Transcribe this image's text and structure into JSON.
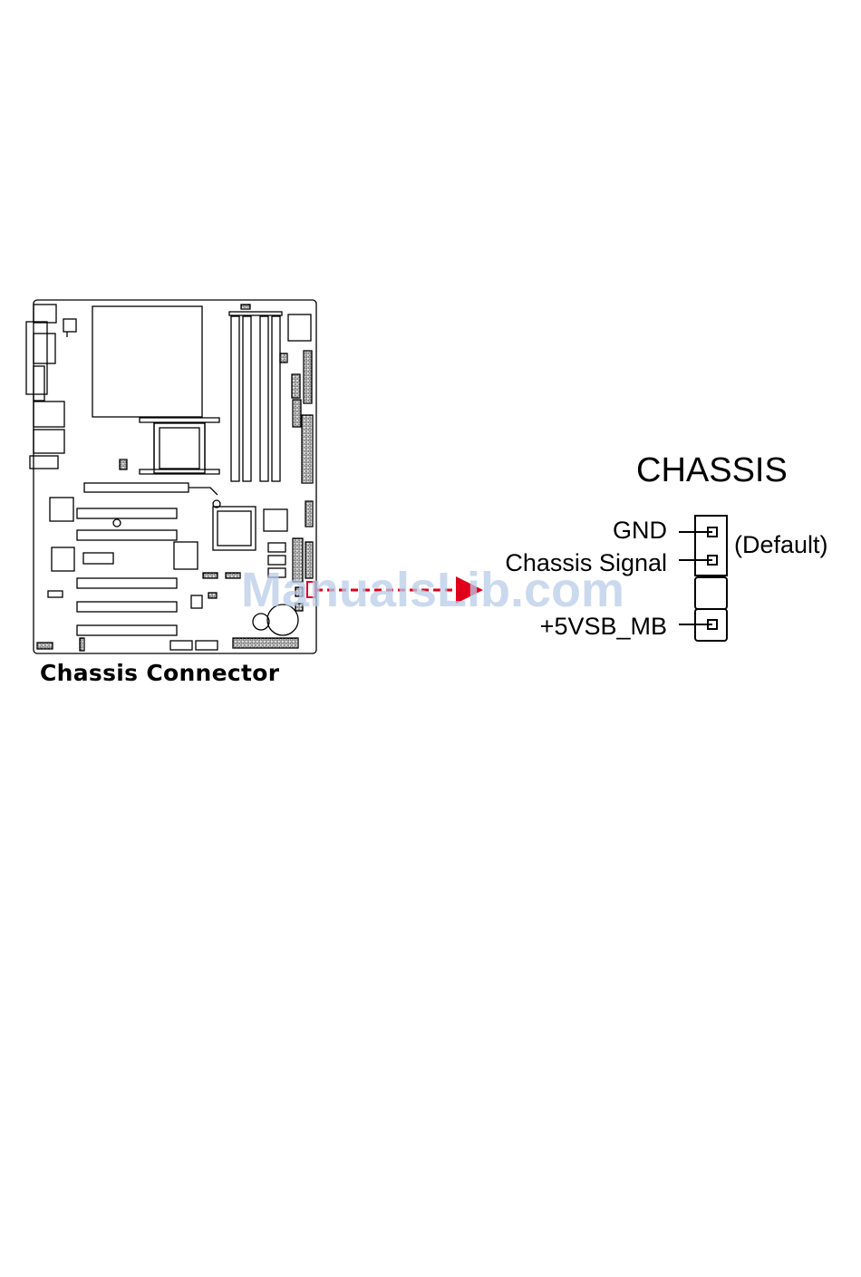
{
  "caption": "Chassis Connector",
  "connector": {
    "title": "CHASSIS",
    "pins": {
      "gnd": "GND",
      "signal": "Chassis Signal",
      "power": "+5VSB_MB"
    },
    "jumper_label": "(Default)"
  },
  "watermark": "ManualsLib.com",
  "colors": {
    "arrow": "#e0001b",
    "line": "#000000"
  }
}
